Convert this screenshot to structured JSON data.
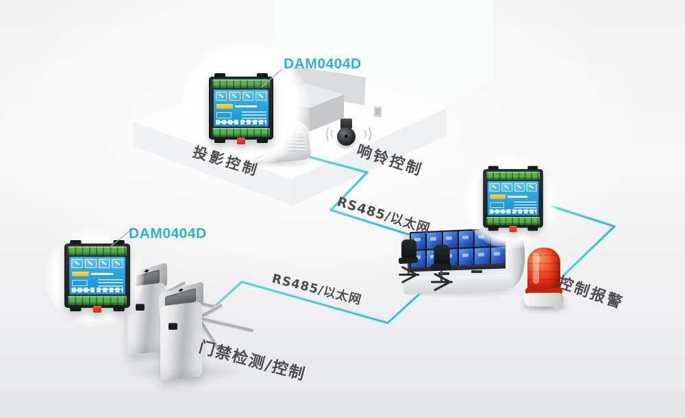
{
  "callout_labels": {
    "module_top": "DAM0404D",
    "module_bottom": "DAM0404D"
  },
  "function_labels": {
    "projector": "投影控制",
    "bell": "响铃控制",
    "gate": "门禁检测/控制",
    "alarm": "控制报警"
  },
  "link_labels": {
    "top": "RS485/以太网",
    "bottom": "RS485/以太网"
  },
  "icons": {
    "relay-module-icon": "css-shape (blue PCB module, green terminals, black DIN frame)",
    "projector-icon": "css-shape (white projector with lens)",
    "alarm-bell-icon": "css-shape (black gong bell with sound waves)",
    "control-console-icon": "css-shape (curved desk, 12 blue monitors, 2 chairs)",
    "tripod-turnstile-icon": "css-shape (two stainless turnstile pedestals)",
    "alarm-beacon-icon": "css-shape (red dome beacon on white base)"
  },
  "colors": {
    "accent_line": "#49c2bd",
    "callout_text": "#2ab5c8",
    "label_text": "#4c4c4f",
    "pcb_blue": "#2aa4de",
    "terminal_green": "#46a13d",
    "beacon_red": "#e63d17",
    "monitor_blue": "#3470d9",
    "background": "#f2f2f3"
  }
}
